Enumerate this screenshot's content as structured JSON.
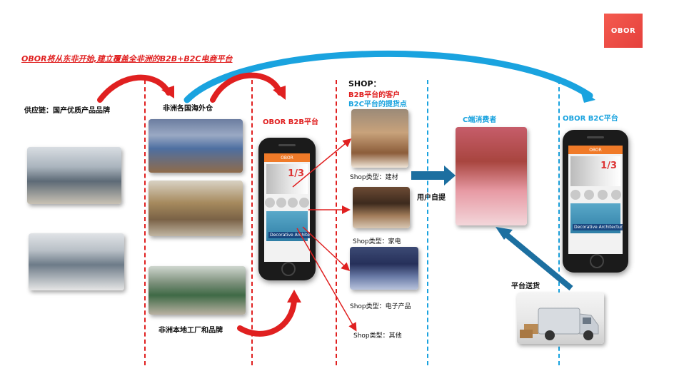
{
  "brand": {
    "logo_text": "OBOR",
    "logo_color": "#e5403c"
  },
  "headline": "OBOR将从东非开始,建立覆盖全非洲的B2B+B2C电商平台",
  "labels": {
    "supply_chain": "供应链：国产优质产品品牌",
    "overseas_warehouse": "非洲各国海外仓",
    "local_factory": "非洲本地工厂和品牌",
    "b2b_platform": "OBOR B2B平台",
    "shop_title": "SHOP：",
    "shop_b2b": "B2B平台的客户",
    "shop_b2c": "B2C平台的提货点",
    "c_consumer": "C端消费者",
    "b2c_platform": "OBOR B2C平台",
    "self_pickup": "用户自提",
    "delivery": "平台送货"
  },
  "shop_types": [
    "Shop类型：建材",
    "Shop类型：家电",
    "Shop类型：电子产品",
    "Shop类型：其他"
  ],
  "phone_app": {
    "header": "OBOR",
    "banner_text": "1/3",
    "promo_text": "Decorative Architectural"
  },
  "colors": {
    "red": "#e02020",
    "blue": "#1aa3df",
    "dark_blue_arrow": "#1c6fa0"
  }
}
